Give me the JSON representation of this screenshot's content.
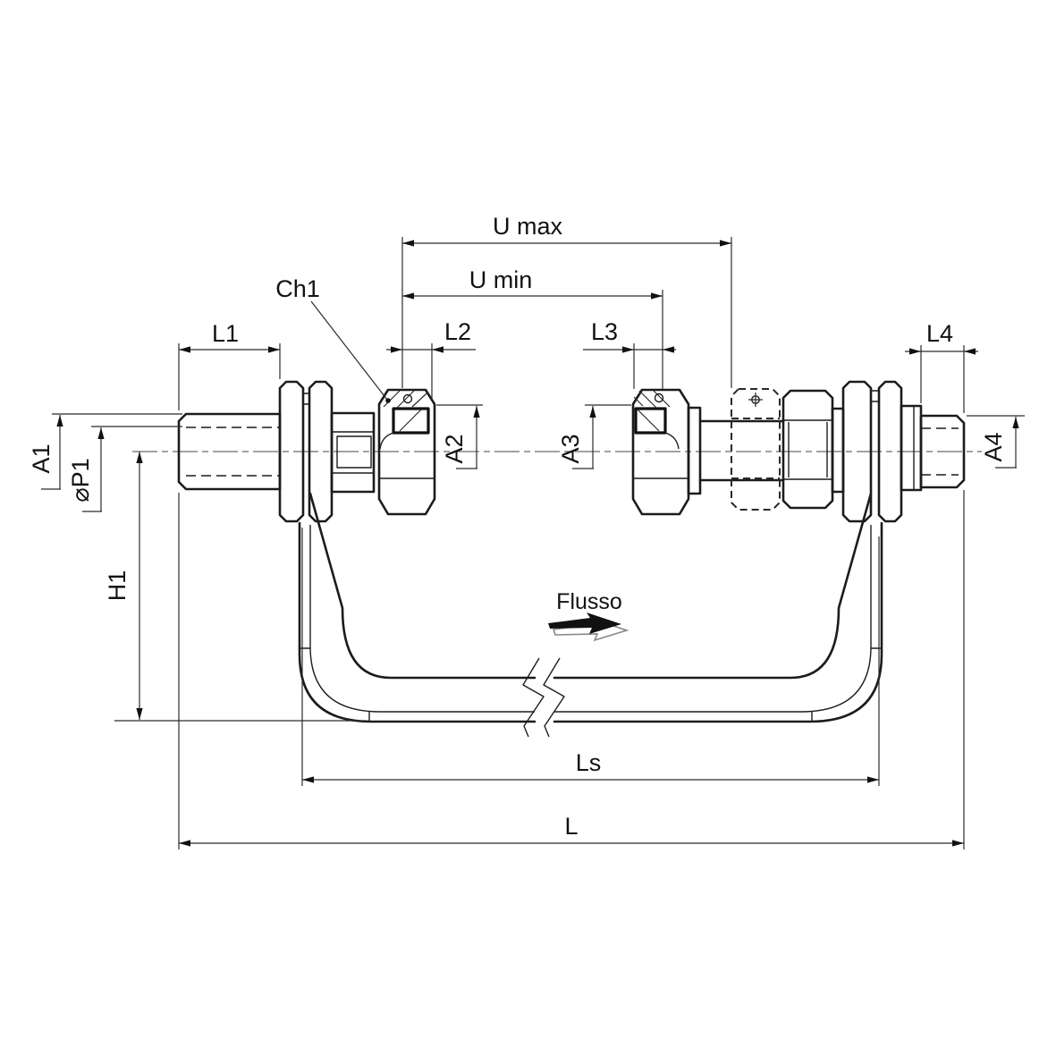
{
  "drawing": {
    "type": "technical-dimension-drawing",
    "language": "it",
    "labels": {
      "u_max": "U max",
      "u_min": "U min",
      "ch1": "Ch1",
      "l1": "L1",
      "l2": "L2",
      "l3": "L3",
      "l4": "L4",
      "a1": "A1",
      "p1": "⌀P1",
      "a2": "A2",
      "a3": "A3",
      "a4": "A4",
      "h1": "H1",
      "ls": "Ls",
      "l": "L",
      "flow": "Flusso"
    },
    "colors": {
      "background": "#ffffff",
      "part_line": "#1c1c1c",
      "dimension_line": "#2b2b2b",
      "text": "#111111",
      "flow_arrow_fill": "#111111",
      "flow_arrow_outline": "#888888"
    }
  }
}
